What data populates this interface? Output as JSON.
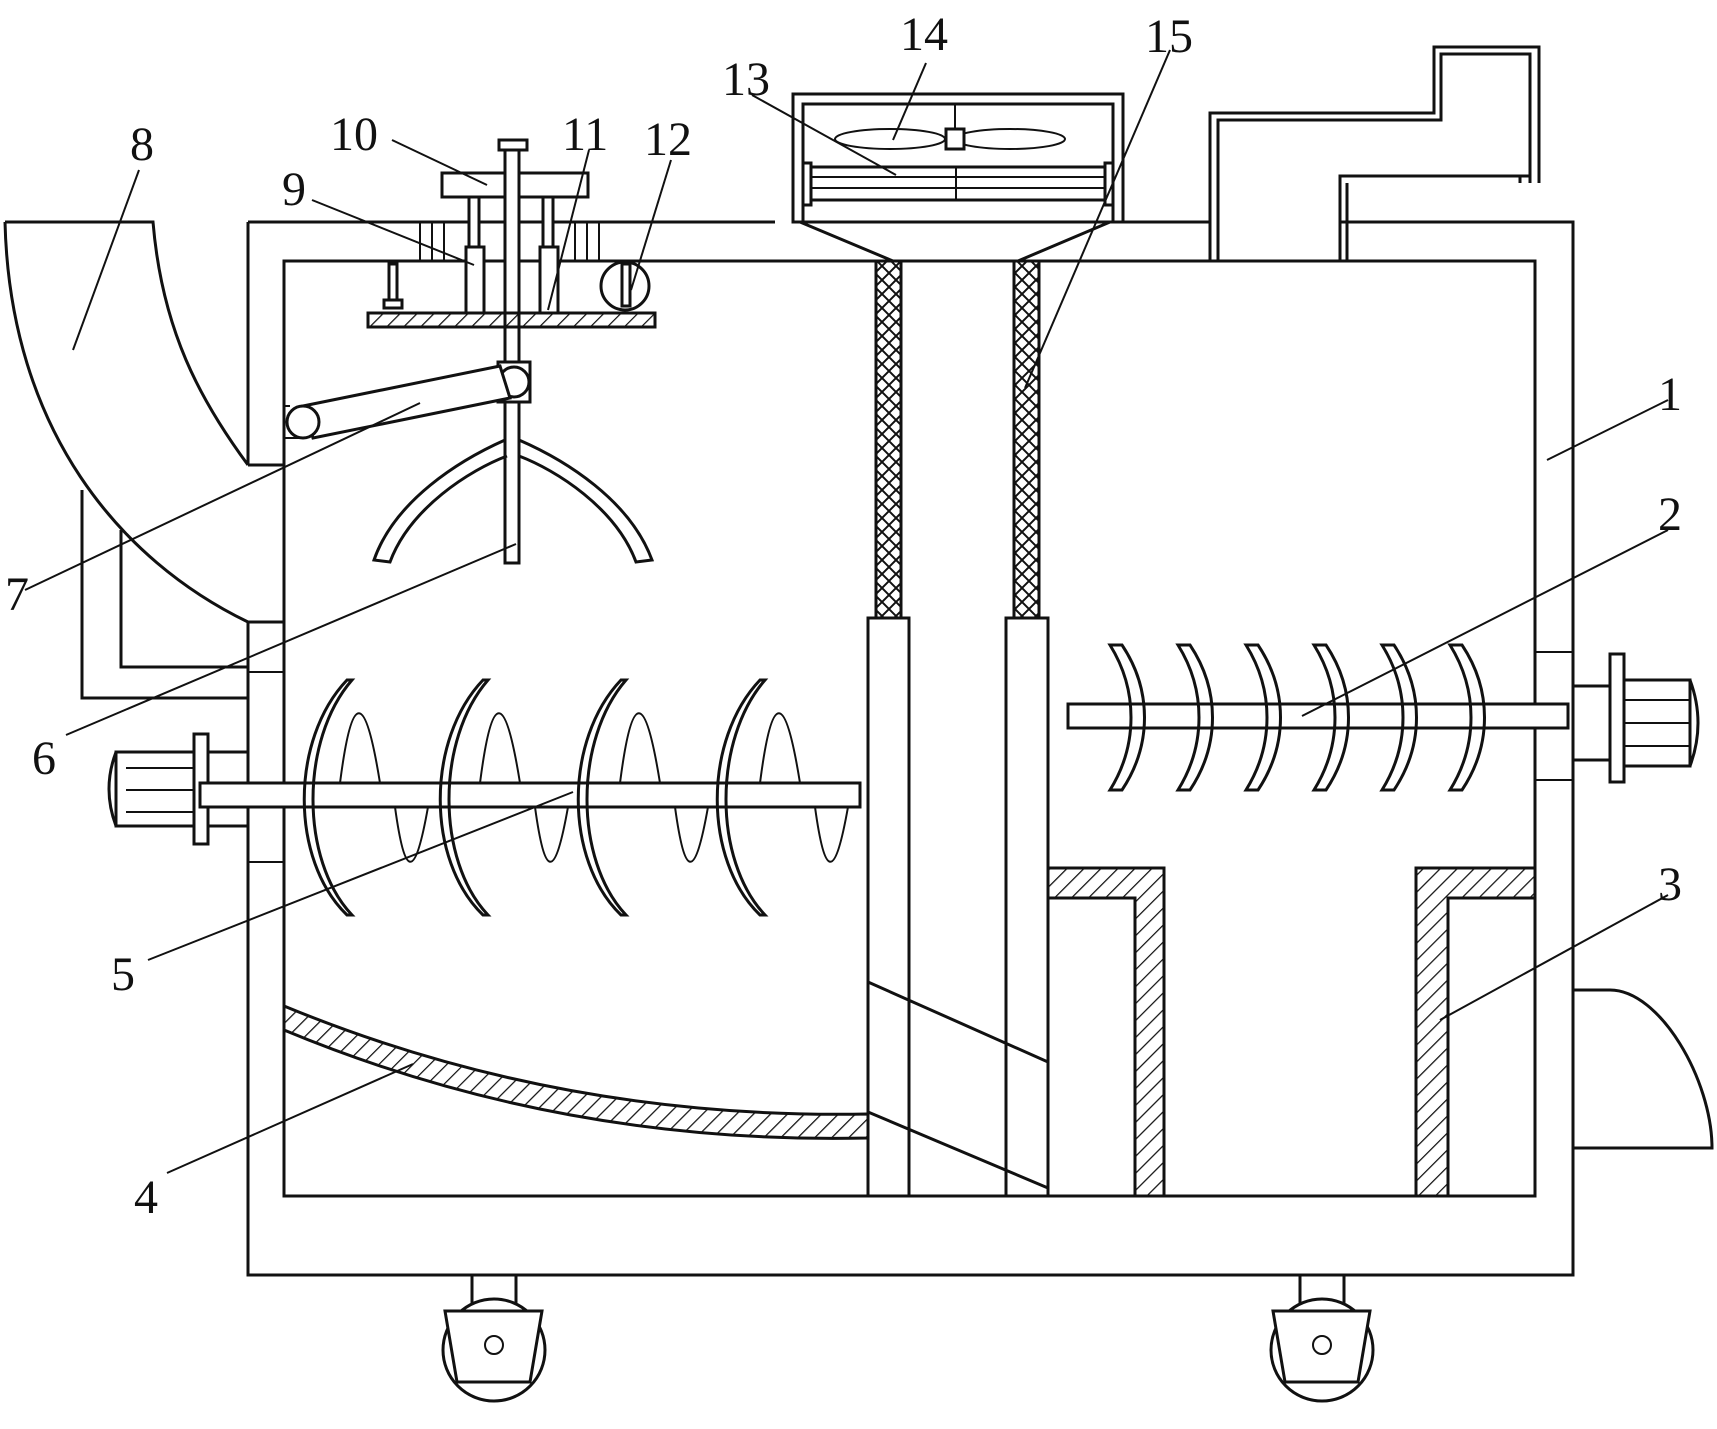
{
  "figure": {
    "labels": [
      {
        "id": "1",
        "text": "1"
      },
      {
        "id": "2",
        "text": "2"
      },
      {
        "id": "3",
        "text": "3"
      },
      {
        "id": "4",
        "text": "4"
      },
      {
        "id": "5",
        "text": "5"
      },
      {
        "id": "6",
        "text": "6"
      },
      {
        "id": "7",
        "text": "7"
      },
      {
        "id": "8",
        "text": "8"
      },
      {
        "id": "9",
        "text": "9"
      },
      {
        "id": "10",
        "text": "10"
      },
      {
        "id": "11",
        "text": "11"
      },
      {
        "id": "12",
        "text": "12"
      },
      {
        "id": "13",
        "text": "13"
      },
      {
        "id": "14",
        "text": "14"
      },
      {
        "id": "15",
        "text": "15"
      }
    ]
  }
}
